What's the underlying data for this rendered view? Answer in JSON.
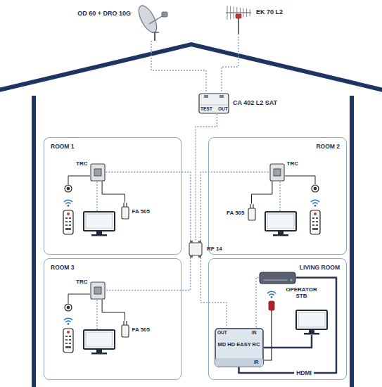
{
  "diagram": {
    "nodes": [
      {
        "text": [
          "OD 60 + DRO 10G"
        ]
      },
      {
        "text": [
          "EK 70 L2"
        ]
      },
      {
        "text": [
          "CA 402 L2 SAT"
        ]
      },
      {
        "text": [
          "ROOM 1"
        ]
      },
      {
        "text": [
          "ROOM 2"
        ]
      },
      {
        "text": [
          "TRC"
        ],
        "in": 3
      },
      {
        "text": [
          "FA 505"
        ],
        "in": 3
      },
      {
        "text": [
          "TRC"
        ],
        "in": 4
      },
      {
        "text": [
          "FA 505"
        ],
        "in": 4
      },
      {
        "text": [
          "RF 14"
        ]
      },
      {
        "text": [
          "ROOM 3"
        ]
      },
      {
        "text": [
          "LIVING ROOM"
        ]
      },
      {
        "text": [
          "TRC"
        ],
        "in": 10
      },
      {
        "text": [
          "FA 505"
        ],
        "in": 10
      },
      {
        "text": [
          "OPERATOR STB"
        ],
        "in": 11
      },
      {
        "text": [
          "MD HD EASY RC"
        ],
        "in": 11
      }
    ],
    "edges": [
      {
        "from": 0,
        "to": 2,
        "arrow": "none"
      },
      {
        "from": 1,
        "to": 2,
        "arrow": "none"
      },
      {
        "from": 2,
        "to": 9,
        "arrow": "none"
      },
      {
        "from": 9,
        "to": 5,
        "arrow": "none"
      },
      {
        "from": 9,
        "to": 7,
        "arrow": "none"
      },
      {
        "from": 9,
        "to": 12,
        "arrow": "none"
      },
      {
        "from": 9,
        "to": 15,
        "arrow": "none"
      },
      {
        "from": 6,
        "to": 5,
        "arrow": "none"
      },
      {
        "from": 8,
        "to": 7,
        "arrow": "none"
      },
      {
        "from": 13,
        "to": 12,
        "arrow": "none"
      },
      {
        "from": 14,
        "to": 15,
        "arrow": "none"
      },
      {
        "from": 14,
        "to": 15,
        "label": "HDMI",
        "arrow": "none"
      }
    ],
    "labels": [
      "TEST",
      "OUT",
      "OUT",
      "IN",
      "IR"
    ]
  }
}
